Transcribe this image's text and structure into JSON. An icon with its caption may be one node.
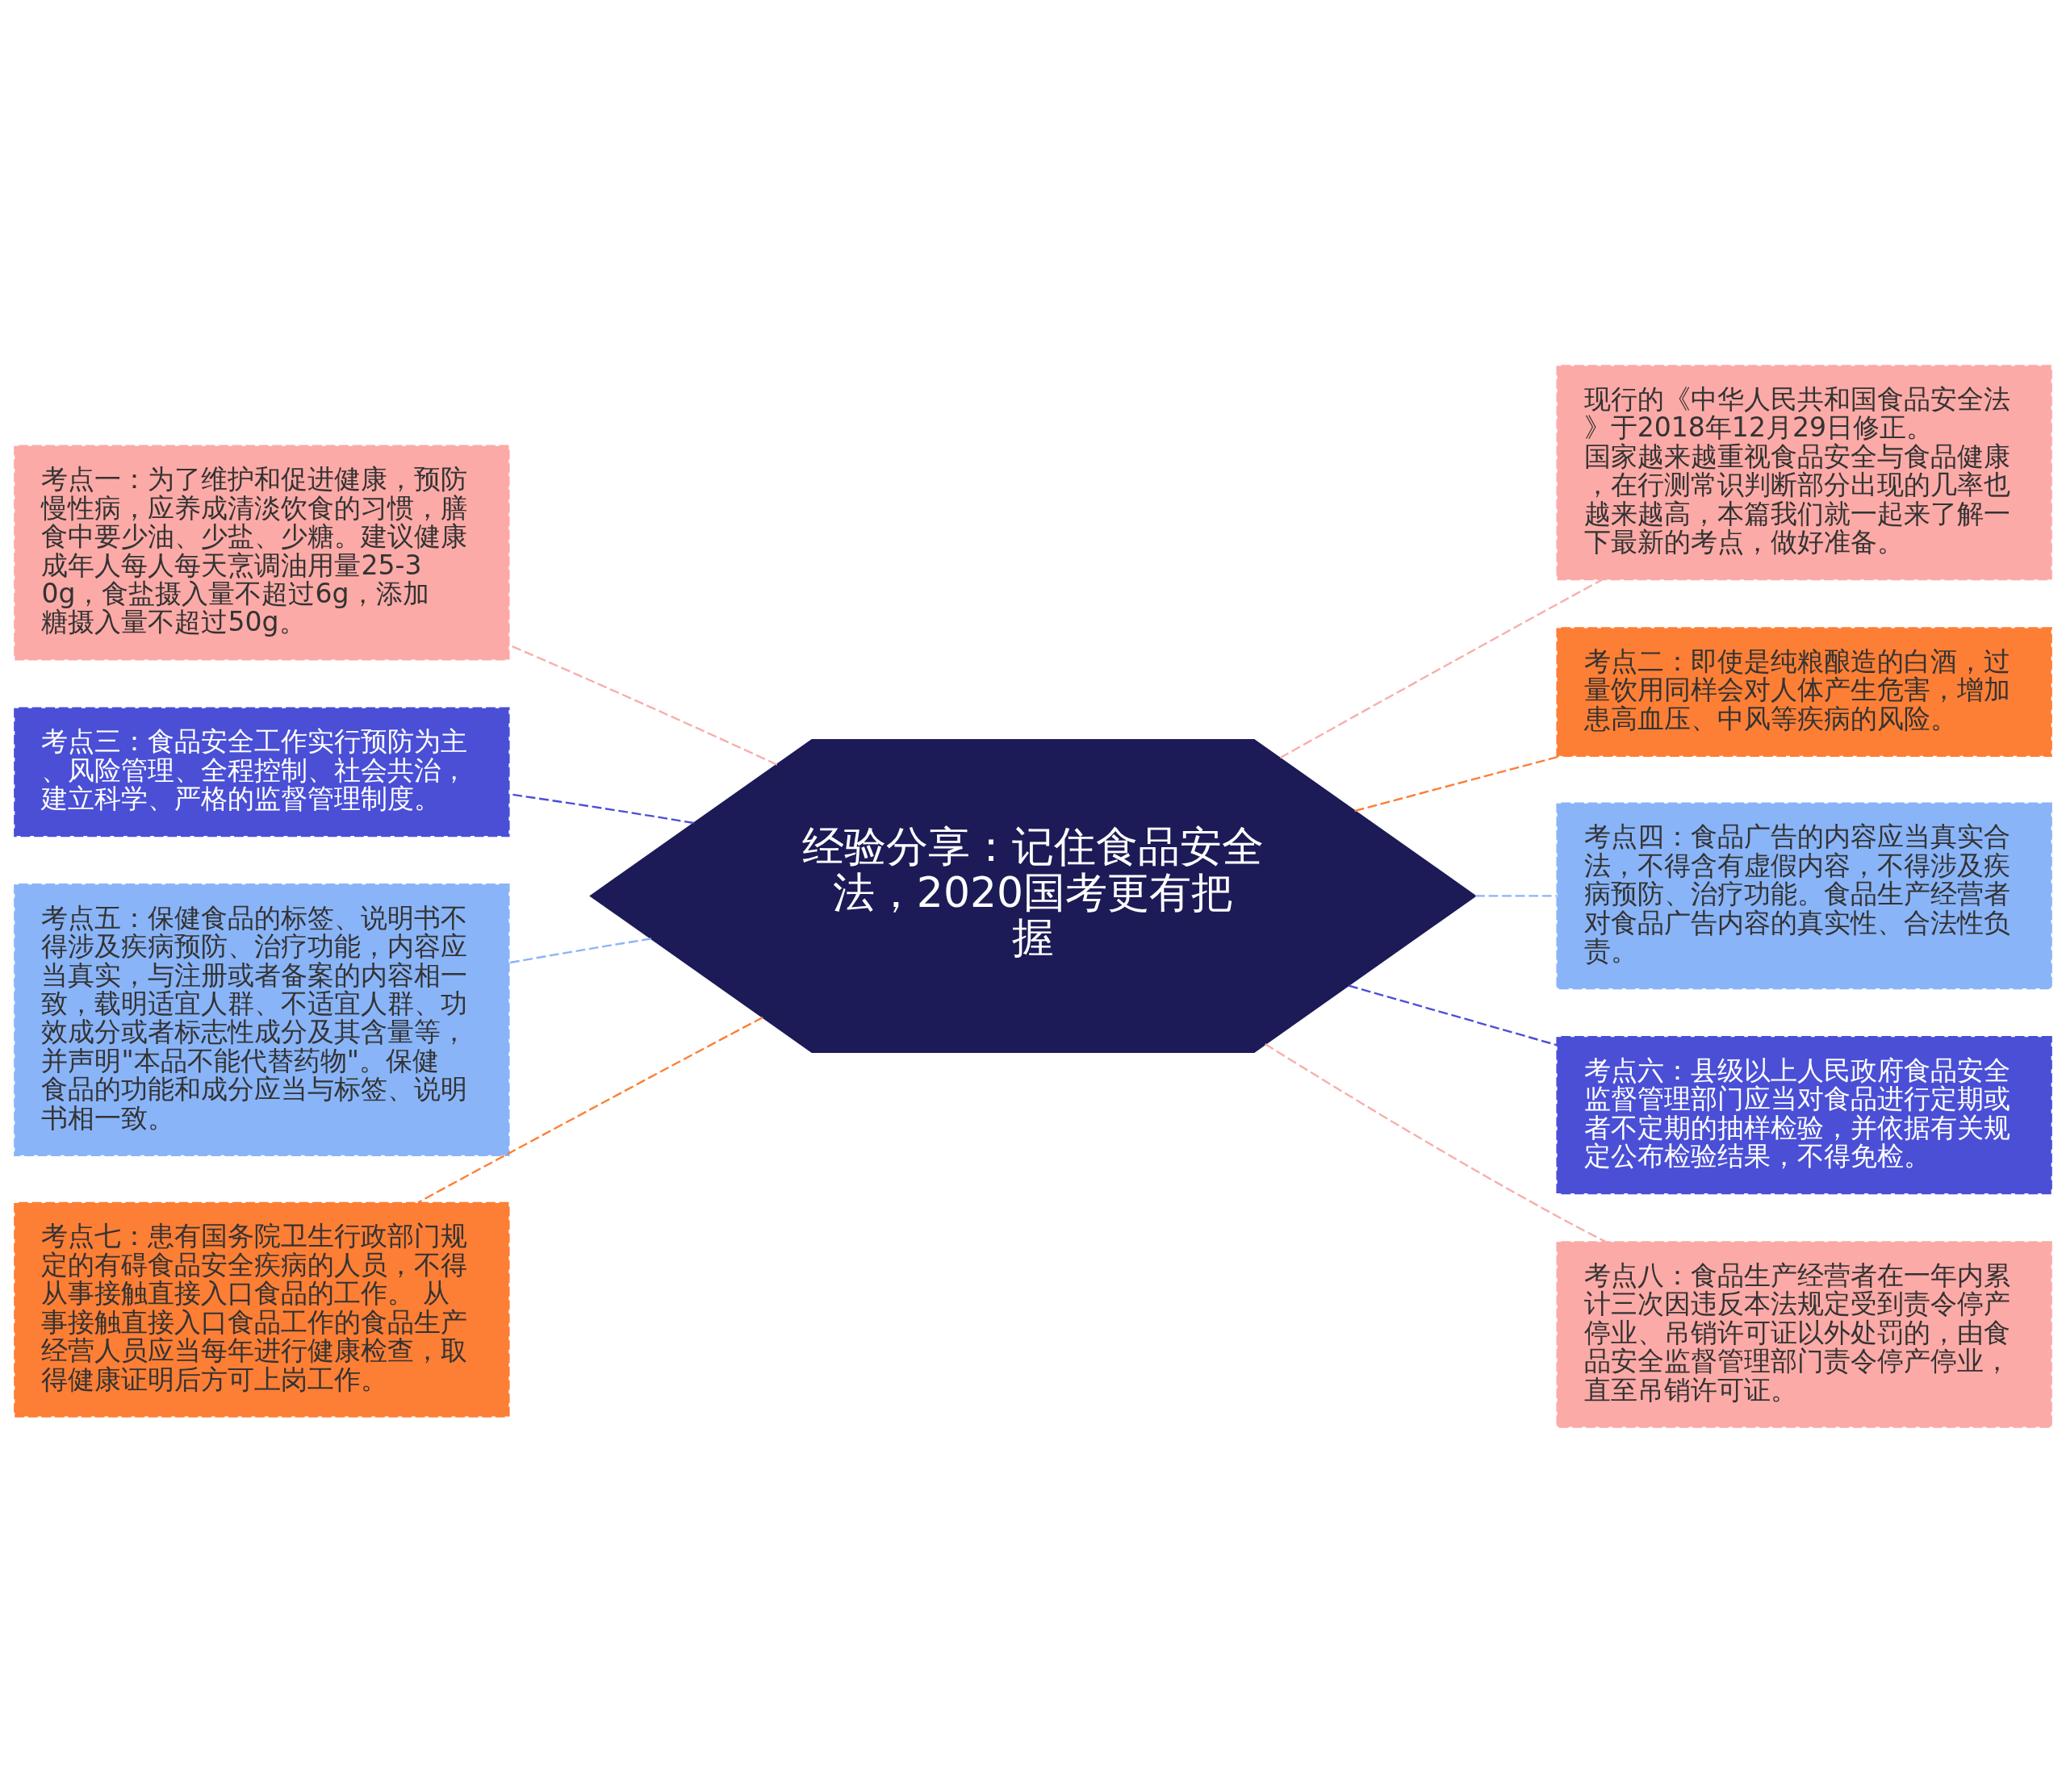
{
  "diagram": {
    "nodes": [
      {
        "text": [
          "经验分享：记住食品安全法，2020国考更有把握"
        ]
      },
      {
        "text": [
          "现行的《中华人民共和国食品安全法》于2018年12月29日修正。国家越来越重视食品安全与食品健康，在行测常识判断部分出现的几率也越来越高，本篇我们就一起来了解一下最新的考点，做好准备。"
        ]
      },
      {
        "text": [
          "考点一：为了维护和促进健康，预防慢性病，应养成清淡饮食的习惯，膳食中要少油、少盐、少糖。建议健康成年人每人每天烹调油用量25-30g，食盐摄入量不超过6g，添加糖摄入量不超过50g。"
        ]
      },
      {
        "text": [
          "考点二：即使是纯粮酿造的白酒，过量饮用同样会对人体产生危害，增加患高血压、中风等疾病的风险。"
        ]
      },
      {
        "text": [
          "考点三：食品安全工作实行预防为主、风险管理、全程控制、社会共治，建立科学、严格的监督管理制度。"
        ]
      },
      {
        "text": [
          "考点四：食品广告的内容应当真实合法，不得含有虚假内容，不得涉及疾病预防、治疗功能。食品生产经营者对食品广告内容的真实性、合法性负责。"
        ]
      },
      {
        "text": [
          "考点五：保健食品的标签、说明书不得涉及疾病预防、治疗功能，内容应当真实，与注册或者备案的内容相一致，载明适宜人群、不适宜人群、功效成分或者标志性成分及其含量等，并声明\"本品不能代替药物\"。保健食品的功能和成分应当与标签、说明书相一致。"
        ]
      },
      {
        "text": [
          "考点六：县级以上人民政府食品安全监督管理部门应当对食品进行定期或者不定期的抽样检验，并依据有关规定公布检验结果，不得免检。"
        ]
      },
      {
        "text": [
          "考点七：患有国务院卫生行政部门规定的有碍食品安全疾病的人员，不得从事接触直接入口食品的工作。 从事接触直接入口食品工作的食品生产经营人员应当每年进行健康检查，取得健康证明后方可上岗工作。"
        ]
      },
      {
        "text": [
          "考点八：食品生产经营者在一年内累计三次因违反本法规定受到责令停产停业、吊销许可证以外处罚的，由食品安全监督管理部门责令停产停业，直至吊销许可证。"
        ]
      }
    ],
    "edges": [
      {
        "from": 0,
        "to": 1,
        "arrow": "none",
        "style": "dashed",
        "color": "#f7aeab"
      },
      {
        "from": 0,
        "to": 2,
        "arrow": "none",
        "style": "dashed",
        "color": "#f7aeab"
      },
      {
        "from": 0,
        "to": 3,
        "arrow": "none",
        "style": "dashed",
        "color": "#fd7e35"
      },
      {
        "from": 0,
        "to": 4,
        "arrow": "none",
        "style": "dashed",
        "color": "#4a4fd6"
      },
      {
        "from": 0,
        "to": 5,
        "arrow": "none",
        "style": "dashed",
        "color": "#8ab4f8"
      },
      {
        "from": 0,
        "to": 6,
        "arrow": "none",
        "style": "dashed",
        "color": "#8ab4f8"
      },
      {
        "from": 0,
        "to": 7,
        "arrow": "none",
        "style": "dashed",
        "color": "#4a4fd6"
      },
      {
        "from": 0,
        "to": 8,
        "arrow": "none",
        "style": "dashed",
        "color": "#fd7e35"
      },
      {
        "from": 0,
        "to": 9,
        "arrow": "none",
        "style": "dashed",
        "color": "#f7aeab"
      }
    ]
  }
}
